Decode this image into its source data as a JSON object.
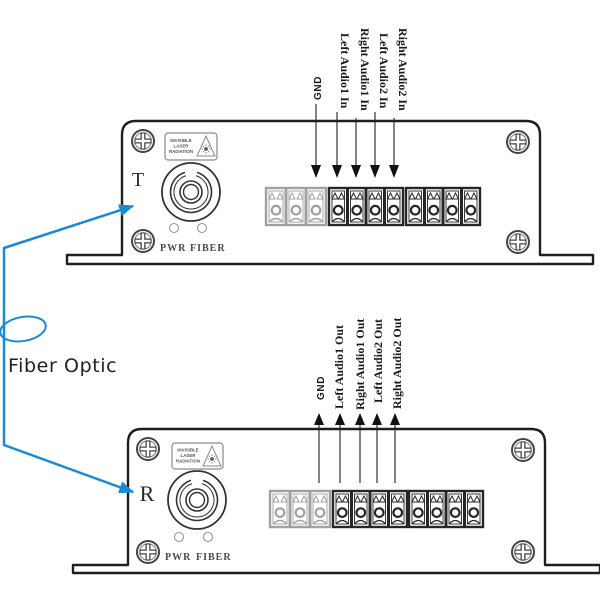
{
  "fiber": {
    "label": "Fiber Optic",
    "color": "#1a8ad4"
  },
  "outline_color": "#1e1e1e",
  "transmitter": {
    "letter": "T",
    "laser_warning": [
      "INVISIBLE",
      "LASER",
      "RADIATION"
    ],
    "indicators": [
      "PWR",
      "FIBER"
    ],
    "terminal_blocks": [
      {
        "pins": 3,
        "tone": "gray"
      },
      {
        "pins": 4,
        "tone": "dark"
      },
      {
        "pins": 4,
        "tone": "dark"
      }
    ],
    "signals": [
      {
        "label": "GND",
        "direction": "in"
      },
      {
        "label": "Left Audio1 In",
        "direction": "in"
      },
      {
        "label": "Right Audio1 In",
        "direction": "in"
      },
      {
        "label": "Left Audio2 In",
        "direction": "in"
      },
      {
        "label": "Right Audio2 In",
        "direction": "in"
      }
    ]
  },
  "receiver": {
    "letter": "R",
    "laser_warning": [
      "INVISIBLE",
      "LASER",
      "RADIATION"
    ],
    "indicators": [
      "PWR",
      "FIBER"
    ],
    "terminal_blocks": [
      {
        "pins": 3,
        "tone": "gray"
      },
      {
        "pins": 4,
        "tone": "dark"
      },
      {
        "pins": 4,
        "tone": "dark"
      }
    ],
    "signals": [
      {
        "label": "GND",
        "direction": "out"
      },
      {
        "label": "Left Audio1 Out",
        "direction": "out"
      },
      {
        "label": "Right Audio1 Out",
        "direction": "out"
      },
      {
        "label": "Left Audio2 Out",
        "direction": "out"
      },
      {
        "label": "Right Audio2 Out",
        "direction": "out"
      }
    ]
  }
}
